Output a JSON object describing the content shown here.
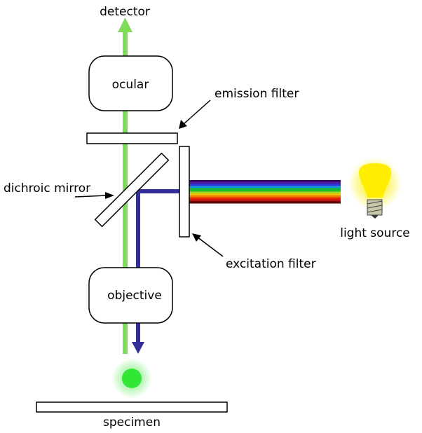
{
  "labels": {
    "detector": "detector",
    "ocular": "ocular",
    "emission_filter": "emission filter",
    "dichroic_mirror": "dichroic mirror",
    "excitation_filter": "excitation filter",
    "light_source": "light source",
    "objective": "objective",
    "specimen": "specimen"
  },
  "colors": {
    "emission_light": "#7fdc5a",
    "excitation_light": "#332f99",
    "bulb": "#ffee00",
    "specimen_glow": "#33e633"
  },
  "spectrum": [
    "#3a0a6a",
    "#4b1aa8",
    "#2a3ad8",
    "#1a90e0",
    "#10b848",
    "#20c030",
    "#a8d820",
    "#f0c000",
    "#f07800",
    "#e82800",
    "#c01010",
    "#5a0a0a"
  ]
}
